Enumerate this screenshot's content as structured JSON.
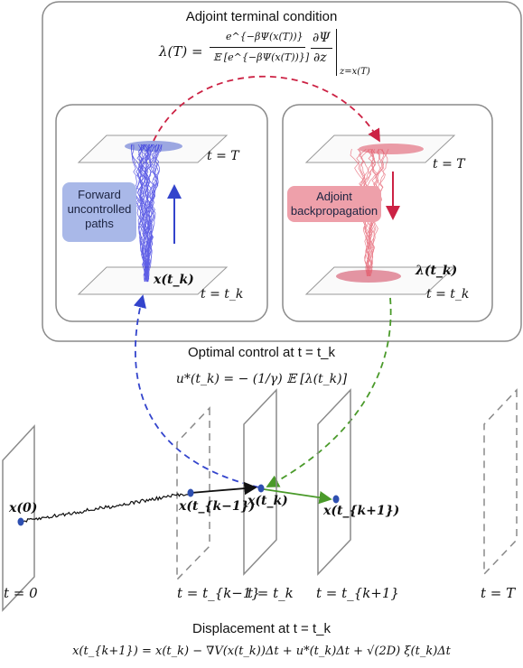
{
  "top_title": "Adjoint terminal condition",
  "top_equation": {
    "lhs": "λ(T) =",
    "numerator": "e^{−βΨ(x(T))}",
    "denominator": "𝔼 [e^{−βΨ(x(T))}]",
    "partial_num": "∂Ψ",
    "partial_den": "∂z",
    "evaluated_at": "z=x(T)"
  },
  "left_panel": {
    "label": "Forward uncontrolled paths",
    "plane_top": "t = T",
    "plane_bottom": "t = t_k",
    "point_label": "x(t_k)",
    "color": "#3b3bdc",
    "label_bg": "#a9b8e8"
  },
  "right_panel": {
    "label": "Adjoint backpropagation",
    "plane_top": "t = T",
    "plane_bottom": "t = t_k",
    "point_label": "λ(t_k)",
    "color": "#e06070",
    "label_bg": "#eea0aa"
  },
  "optimal_control": {
    "title": "Optimal control at t = t_k",
    "equation": "u*(t_k) = − (1/γ) 𝔼 [λ(t_k)]"
  },
  "timeline": {
    "planes": [
      "t = 0",
      "t = t_{k−1}",
      "t = t_k",
      "t = t_{k+1}",
      "t = T"
    ],
    "points": [
      "x(0)",
      "x(t_{k−1})",
      "x(t_k)",
      "x(t_{k+1})"
    ]
  },
  "displacement": {
    "title": "Displacement at t = t_k",
    "equation": "x(t_{k+1}) = x(t_k) − ∇V(x(t_k))Δt + u*(t_k)Δt + √(2D) ξ(t_k)Δt"
  },
  "colors": {
    "blue_arrow": "#3344cc",
    "red_arrow": "#cc2244",
    "green_arrow": "#4a9a2a",
    "frame": "#888888"
  }
}
